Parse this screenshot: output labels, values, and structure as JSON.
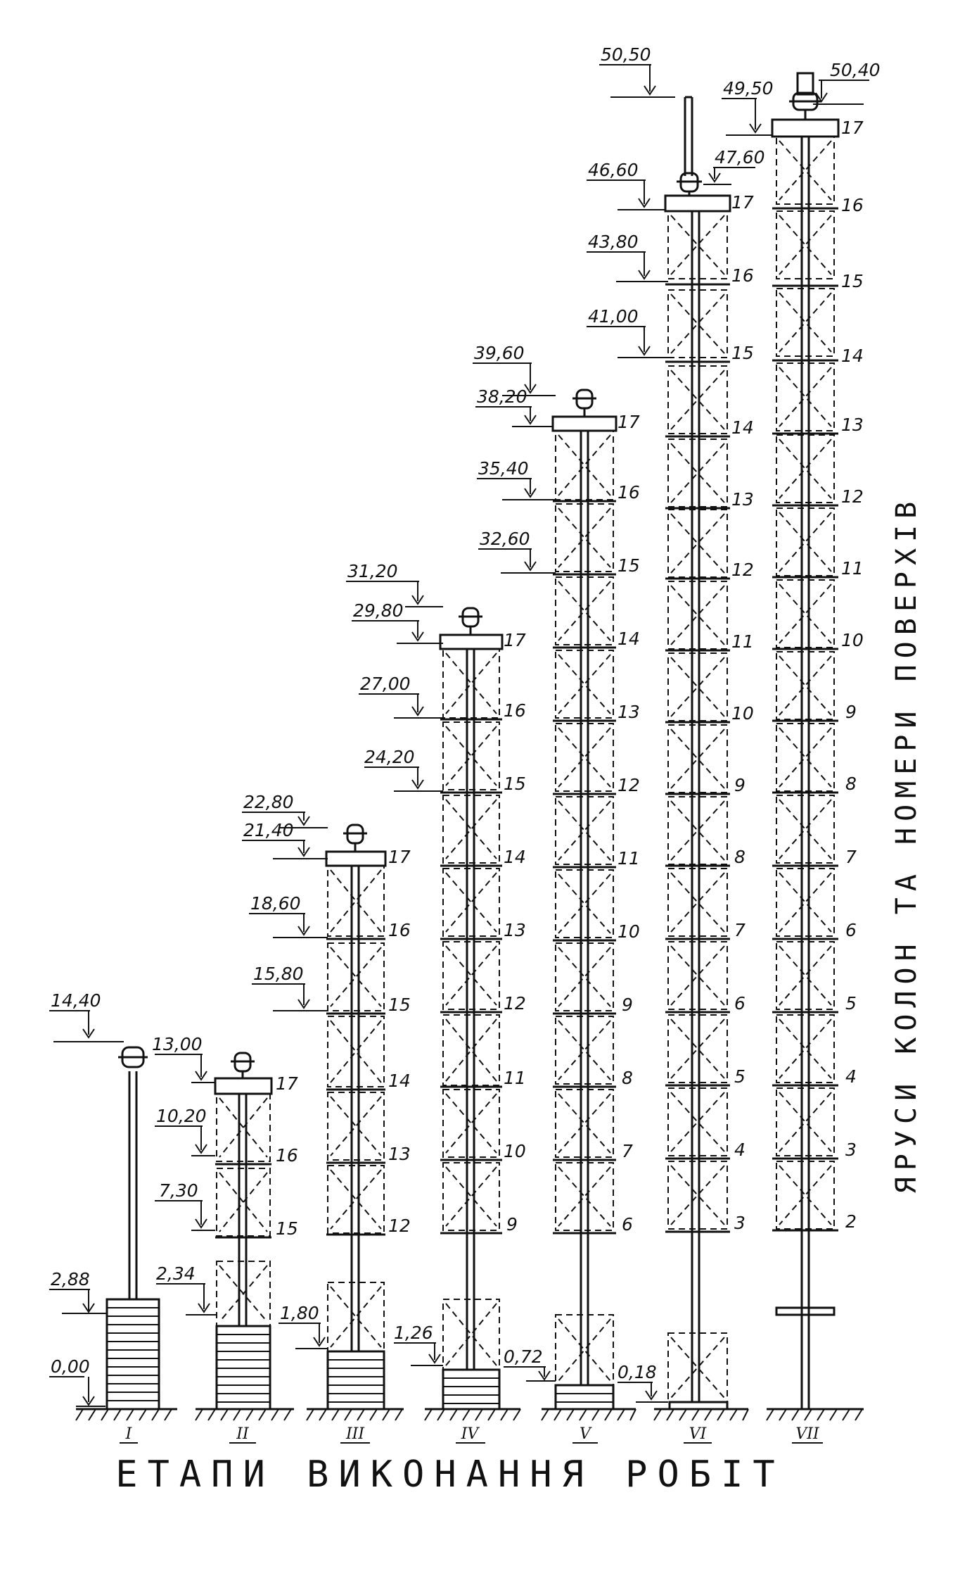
{
  "title": "ЕТАПИ ВИКОНАННЯ РОБІТ",
  "side_caption": "ЯРУСИ КОЛОН ТА НОМЕРИ ПОВЕРХІВ",
  "stages": [
    {
      "roman": "I",
      "ground_level": "0,00",
      "levels": [
        "14,40",
        "2,88"
      ],
      "floors": []
    },
    {
      "roman": "II",
      "ground_level": null,
      "levels": [
        "13,00",
        "10,20",
        "7,30",
        "2,34"
      ],
      "floors": [
        "17",
        "16",
        "15"
      ]
    },
    {
      "roman": "III",
      "ground_level": null,
      "levels": [
        "22,80",
        "21,40",
        "18,60",
        "15,80",
        "1,80"
      ],
      "floors": [
        "17",
        "16",
        "15",
        "14",
        "13",
        "12"
      ]
    },
    {
      "roman": "IV",
      "ground_level": null,
      "levels": [
        "31,20",
        "29,80",
        "27,00",
        "24,20",
        "1,26"
      ],
      "floors": [
        "17",
        "16",
        "15",
        "14",
        "13",
        "12",
        "11",
        "10",
        "9"
      ]
    },
    {
      "roman": "V",
      "ground_level": null,
      "levels": [
        "39,60",
        "38,20",
        "35,40",
        "32,60",
        "0,72"
      ],
      "floors": [
        "17",
        "16",
        "15",
        "14",
        "13",
        "12",
        "11",
        "10",
        "9",
        "8",
        "7",
        "6"
      ]
    },
    {
      "roman": "VI",
      "ground_level": null,
      "levels": [
        "50,50",
        "46,60",
        "47,60",
        "43,80",
        "41,00",
        "0,18"
      ],
      "floors": [
        "17",
        "16",
        "15",
        "14",
        "13",
        "12",
        "11",
        "10",
        "9",
        "8",
        "7",
        "6",
        "5",
        "4",
        "3"
      ]
    },
    {
      "roman": "VII",
      "ground_level": null,
      "levels": [
        "50,40",
        "49,50"
      ],
      "floors": [
        "17",
        "16",
        "15",
        "14",
        "13",
        "12",
        "11",
        "10",
        "9",
        "8",
        "7",
        "6",
        "5",
        "4",
        "3",
        "2"
      ]
    }
  ]
}
